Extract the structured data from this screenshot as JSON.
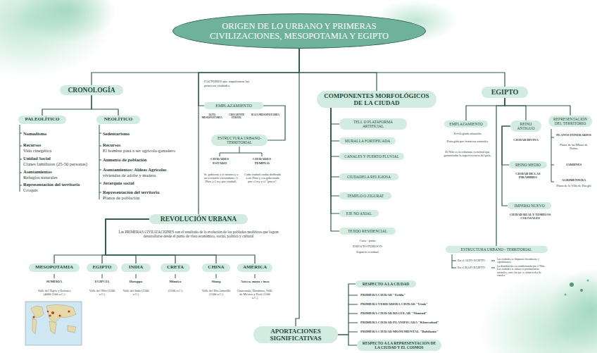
{
  "diagram": {
    "nodes": [
      {
        "text": [
          "ORIGEN DE LO URBANO Y PRIMERAS CIVILIZACIONES, MESOPOTAMIA Y EGIPTO"
        ]
      },
      {
        "text": [
          "CRONOLOGÍA"
        ]
      },
      {
        "text": [
          "PALEOLÍTICO"
        ]
      },
      {
        "text": [
          "NEOLÍTICO"
        ]
      },
      {
        "text": [
          "EMPLAZAMIENTO"
        ]
      },
      {
        "text": [
          "ESTRUCTURA URBANO-TERRITORIAL"
        ]
      },
      {
        "text": [
          "REVOLUCIÓN URBANA"
        ]
      },
      {
        "text": [
          "MESOPOTAMIA"
        ]
      },
      {
        "text": [
          "EGIPTO"
        ]
      },
      {
        "text": [
          "INDIA"
        ]
      },
      {
        "text": [
          "CRETA"
        ]
      },
      {
        "text": [
          "CHINA"
        ]
      },
      {
        "text": [
          "AMÉRICA"
        ]
      },
      {
        "text": [
          "COMPONENTES MORFOLÓGICOS DE LA CIUDAD"
        ]
      },
      {
        "text": [
          "TELL O PLATAFORMA ARTIFICIAL"
        ]
      },
      {
        "text": [
          "MURALLA FORTIFICADA"
        ]
      },
      {
        "text": [
          "CANALES Y PUERTO FLUVIAL"
        ]
      },
      {
        "text": [
          "CIUDADELA RELIGIOSA"
        ]
      },
      {
        "text": [
          "TEMPLO O ZIGURAT"
        ]
      },
      {
        "text": [
          "EJE NO AXIAL"
        ]
      },
      {
        "text": [
          "TEJIDO RESIDENCIAL"
        ]
      },
      {
        "text": [
          "EGIPTO"
        ]
      },
      {
        "text": [
          "EMPLAZAMIENTO"
        ]
      },
      {
        "text": [
          "REINO ANTIGUO"
        ]
      },
      {
        "text": [
          "REINO MEDIO"
        ]
      },
      {
        "text": [
          "IMPERIO NUEVO"
        ]
      },
      {
        "text": [
          "REPRESENTACIÓN DEL TERRITORIO"
        ]
      },
      {
        "text": [
          "ESTRUCTURA URBANO - TERRITORIAL"
        ]
      },
      {
        "text": [
          "APORTACIONES SIGNIFICATIVAS"
        ]
      },
      {
        "text": [
          "RESPECTO A LA CIUDAD"
        ]
      },
      {
        "text": [
          "RESPECTO A LA REPRESENTACIÓN DE LA CIUDAD Y EL COSMOS"
        ]
      }
    ],
    "edges": [
      {
        "from": 0,
        "to": 1,
        "arrow": "none"
      },
      {
        "from": 0,
        "to": 4,
        "arrow": "none"
      },
      {
        "from": 0,
        "to": 6,
        "arrow": "none"
      },
      {
        "from": 0,
        "to": 13,
        "arrow": "none"
      },
      {
        "from": 0,
        "to": 21,
        "arrow": "none"
      },
      {
        "from": 0,
        "to": 28,
        "arrow": "none"
      },
      {
        "from": 1,
        "to": 2,
        "arrow": "none"
      },
      {
        "from": 1,
        "to": 3,
        "arrow": "none"
      },
      {
        "from": 4,
        "to": 5,
        "arrow": "none"
      },
      {
        "from": 6,
        "to": 7,
        "arrow": "none"
      },
      {
        "from": 6,
        "to": 8,
        "arrow": "none"
      },
      {
        "from": 6,
        "to": 9,
        "arrow": "none"
      },
      {
        "from": 6,
        "to": 10,
        "arrow": "none"
      },
      {
        "from": 6,
        "to": 11,
        "arrow": "none"
      },
      {
        "from": 6,
        "to": 12,
        "arrow": "none"
      },
      {
        "from": 13,
        "to": 14,
        "arrow": "none"
      },
      {
        "from": 13,
        "to": 15,
        "arrow": "none"
      },
      {
        "from": 13,
        "to": 16,
        "arrow": "none"
      },
      {
        "from": 13,
        "to": 17,
        "arrow": "none"
      },
      {
        "from": 13,
        "to": 18,
        "arrow": "none"
      },
      {
        "from": 13,
        "to": 19,
        "arrow": "none"
      },
      {
        "from": 13,
        "to": 20,
        "arrow": "none"
      },
      {
        "from": 21,
        "to": 22,
        "arrow": "none"
      },
      {
        "from": 21,
        "to": 23,
        "arrow": "none"
      },
      {
        "from": 21,
        "to": 26,
        "arrow": "none"
      },
      {
        "from": 23,
        "to": 24,
        "arrow": "none"
      },
      {
        "from": 23,
        "to": 25,
        "arrow": "none"
      },
      {
        "from": 21,
        "to": 27,
        "arrow": "none"
      },
      {
        "from": 28,
        "to": 29,
        "arrow": "none"
      },
      {
        "from": 28,
        "to": 30,
        "arrow": "none"
      }
    ],
    "labels": [
      "Nomadismo",
      "Recursos",
      "Vida cinegética",
      "Unidad Social",
      "Clanes familiares (25-50 personas)",
      "Asentamientos",
      "Refugios naturales",
      "Representación del territorio",
      "Croquis",
      "Sedentarismo",
      "Recursos",
      "El hombre pasa a ser agrícola-ganadero",
      "Aumento de población",
      "Asentamientos: Aldeas Agrícolas",
      "viviendas de adobe y madera",
      "Jerarquía social",
      "Representación del territorio",
      "Planos de población",
      "FACTORES que impulsaron las primeras ciudades",
      "ALTO MESOPOTAMIA",
      "CRECIENTE FÉRTIL",
      "BAJA MESOPOTAMIA",
      "CIUDADES ESTADO",
      "CIUDADES TEMPLO",
      "Se gobierna a sí mismo y a un territorio circundante (1 Dios y 1 rey por ciudad).",
      "Cada ciudad estaba dedicada a un Dios y era gobernada por el rey y el \"patesi\".",
      "Las PRIMERAS CIVILIZACIONES son el resultado de la evolución de los poblados neolíticos que logran desarrollarse desde el punto de vista económico, social, político y cultural",
      "SUMERIA",
      "Valle del Tigris y Éufrates (4000-3500 a.C.)",
      "EGIPCIA",
      "Valle del Nilo (3500 a.C.)",
      "Harappa",
      "Valle del Indo (2500 a.C.)",
      "Minoica",
      "(2100 a.C.)",
      "Shang",
      "Valle del Río Amarillo (1500 a.C.)",
      "Azteca, maya e inca",
      "Guatemala, Honduras, Valle de México y Perú (1500 a.C.)",
      "Casa - patio",
      "ESPACIO PÚBLICO",
      "Espacio residual",
      "Privilegiada situación",
      "Protegido por fronteras naturales",
      "El Nilo es la columna vertebral que garantizaba la supervivencia del país.",
      "CIUDAD DIVINA",
      "CIUDAD DE LAS PIRÁMIDES",
      "CIUDAD REAL Y TEMPLOS COLOSALES",
      "PLANOS ITINERARIOS",
      "Plano de las Minas de Nubia.",
      "JARDINES",
      "AGRIMENSURA",
      "Plano de la Villa de Dueghi",
      "En el ALTO EGIPTO",
      "En el BAJO EGIPTO",
      "Las ciudades se disponen linealmente y equidistantes",
      "La distribución era condicionada por el Nilo. Las ciudades se sitúan en promontorios naturales, entre los que se sitúan redes de canales",
      "PRIMERA CIUDAD \"Eridu\"",
      "PRIMERA VERDADERA CIUDAD \"Uruk\"",
      "PRIMERA CIUDAD REGULAR \"Nimrud\"",
      "PRIMERA CIUDAD PLANIFICADA \"Khorsabad\"",
      "PRIMERA CIUDAD MONUMENTAL \"Babilonia\""
    ]
  }
}
